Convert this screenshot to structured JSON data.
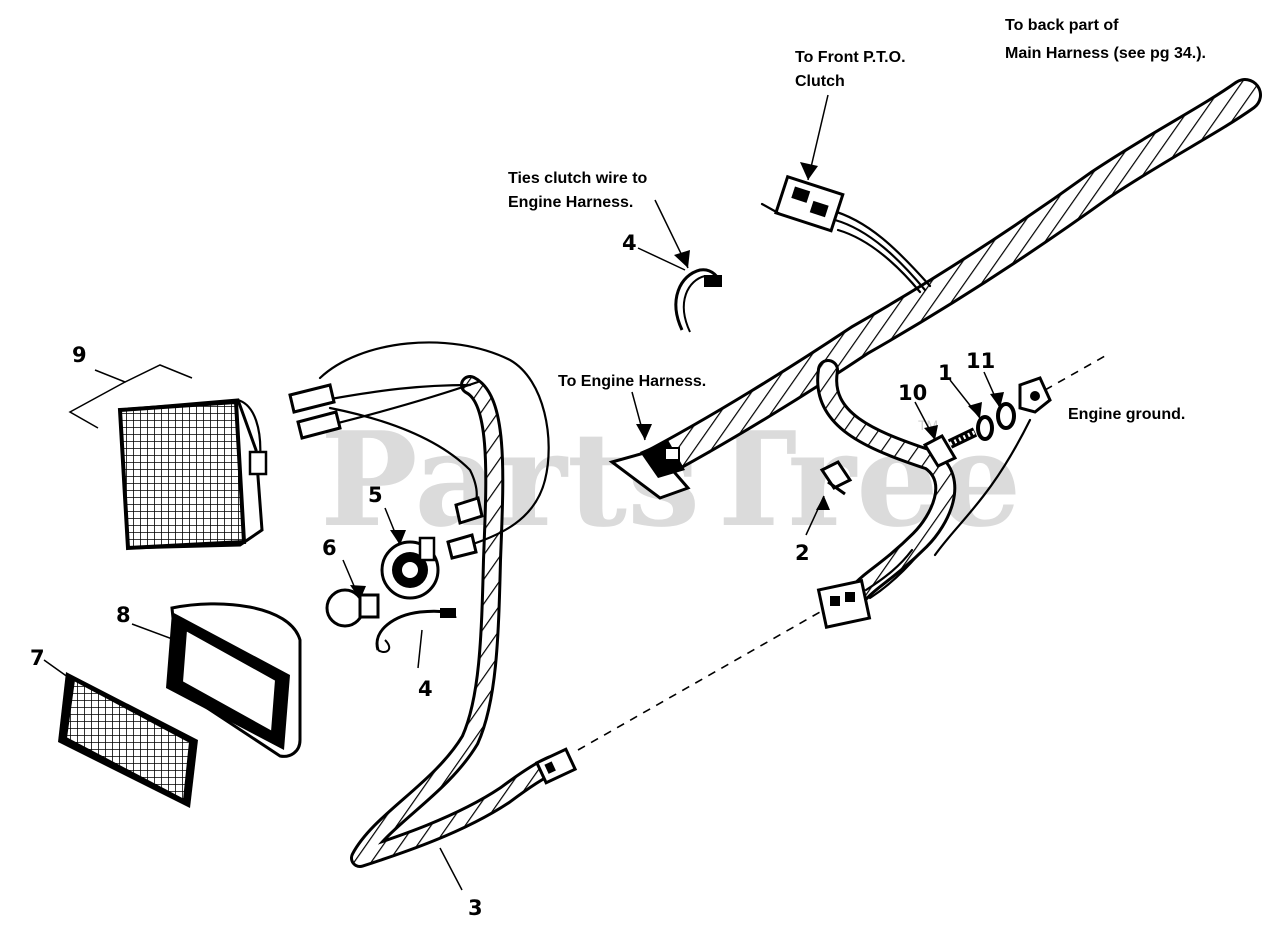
{
  "watermark": {
    "text": "PartsTree",
    "tm": "TM"
  },
  "notes": {
    "back_harness_1": "To back part of",
    "back_harness_2": "Main Harness (see pg 34.).",
    "pto_1": "To Front P.T.O.",
    "pto_2": "Clutch",
    "ties_1": "Ties clutch wire to",
    "ties_2": "Engine Harness.",
    "engine_harness": "To Engine Harness.",
    "engine_ground": "Engine ground."
  },
  "callouts": {
    "c1": "1",
    "c2": "2",
    "c3": "3",
    "c4_top": "4",
    "c4_mid": "4",
    "c5": "5",
    "c6": "6",
    "c7": "7",
    "c8": "8",
    "c9": "9",
    "c10": "10",
    "c11": "11"
  }
}
